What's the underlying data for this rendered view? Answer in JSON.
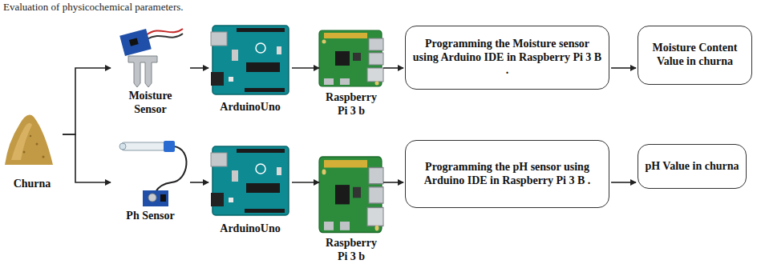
{
  "diagram": {
    "nodes": [
      {
        "text": [
          "Churna"
        ]
      },
      {
        "text": [
          "Moisture Sensor"
        ]
      },
      {
        "text": [
          "ArduinoUno"
        ]
      },
      {
        "text": [
          "Raspberry Pi 3 b"
        ]
      },
      {
        "text": [
          "Programming the Moisture sensor using Arduino IDE in Raspberry Pi 3 B ."
        ]
      },
      {
        "text": [
          "Moisture Content Value in churna"
        ]
      },
      {
        "text": [
          "Ph Sensor"
        ]
      },
      {
        "text": [
          "ArduinoUno"
        ]
      },
      {
        "text": [
          "Raspberry Pi 3 b"
        ]
      },
      {
        "text": [
          "Programming the pH sensor using Arduino IDE in Raspberry Pi 3 B ."
        ]
      },
      {
        "text": [
          "pH Value in churna"
        ]
      }
    ],
    "edges": [
      {
        "from": 0,
        "to": 1,
        "arrow": "to"
      },
      {
        "from": 1,
        "to": 2,
        "arrow": "to"
      },
      {
        "from": 2,
        "to": 3,
        "arrow": "to"
      },
      {
        "from": 3,
        "to": 4,
        "arrow": "to"
      },
      {
        "from": 4,
        "to": 5,
        "arrow": "to"
      },
      {
        "from": 0,
        "to": 6,
        "arrow": "to"
      },
      {
        "from": 6,
        "to": 7,
        "arrow": "to"
      },
      {
        "from": 7,
        "to": 8,
        "arrow": "to"
      },
      {
        "from": 8,
        "to": 9,
        "arrow": "to"
      },
      {
        "from": 9,
        "to": 10,
        "arrow": "to"
      }
    ],
    "labels": [
      "Evaluation of physicochemical parameters."
    ]
  }
}
